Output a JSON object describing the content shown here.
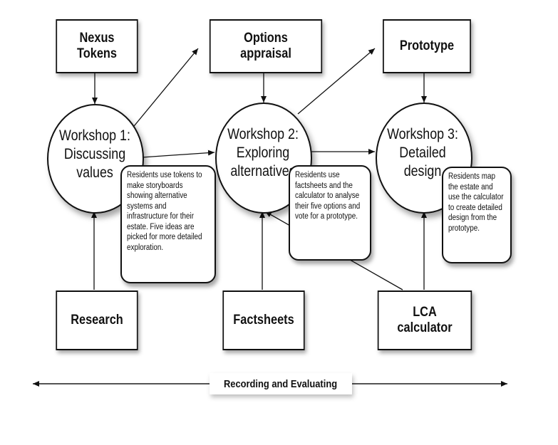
{
  "boxes": {
    "nexus_tokens": "Nexus\nTokens",
    "options_appraisal": "Options\nappraisal",
    "prototype": "Prototype",
    "research": "Research",
    "factsheets": "Factsheets",
    "lca_calculator": "LCA\ncalculator"
  },
  "workshops": {
    "w1": "Workshop 1:\nDiscussing\nvalues",
    "w2": "Workshop 2:\nExploring\nalternatives",
    "w3": "Workshop 3:\nDetailed\ndesign"
  },
  "notes": {
    "w1": "Residents use tokens to make storyboards showing alternative systems and infrastructure for their estate.  Five ideas are picked for more detailed exploration.",
    "w2": "Residents use factsheets and the calculator to analyse their five options and vote for a prototype.",
    "w3": "Residents map the estate and use the calculator to create detailed design from the prototype."
  },
  "timeline": {
    "label": "Recording and Evaluating"
  }
}
